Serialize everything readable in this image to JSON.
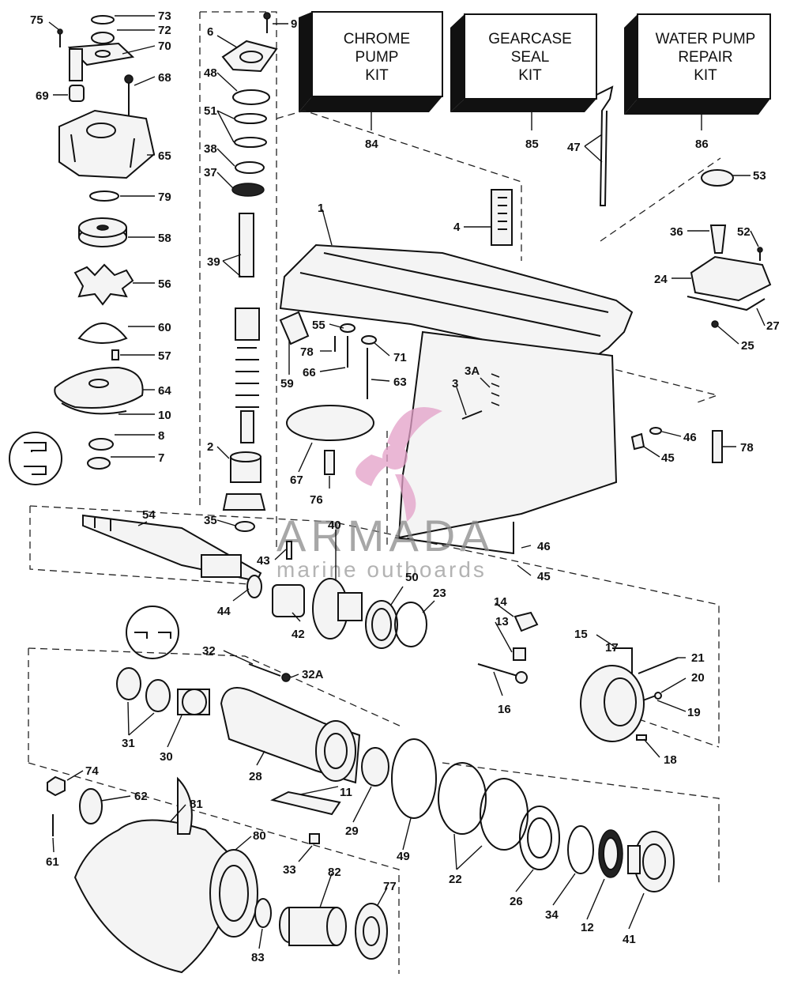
{
  "kits": [
    {
      "id": "84",
      "lines": [
        "CHROME",
        "PUMP",
        "KIT"
      ]
    },
    {
      "id": "85",
      "lines": [
        "GEARCASE",
        "SEAL",
        "KIT"
      ]
    },
    {
      "id": "86",
      "lines": [
        "WATER PUMP",
        "REPAIR",
        "KIT"
      ]
    }
  ],
  "watermark": {
    "brand": "ARMADA",
    "tagline": "marine outboards",
    "logo_color": "#e3a0c8"
  },
  "parts": [
    {
      "id": "p75",
      "label": "75"
    },
    {
      "id": "p73",
      "label": "73"
    },
    {
      "id": "p72",
      "label": "72"
    },
    {
      "id": "p70",
      "label": "70"
    },
    {
      "id": "p69",
      "label": "69"
    },
    {
      "id": "p68",
      "label": "68"
    },
    {
      "id": "p65",
      "label": "65"
    },
    {
      "id": "p79",
      "label": "79"
    },
    {
      "id": "p58",
      "label": "58"
    },
    {
      "id": "p56",
      "label": "56"
    },
    {
      "id": "p60",
      "label": "60"
    },
    {
      "id": "p57",
      "label": "57"
    },
    {
      "id": "p64",
      "label": "64"
    },
    {
      "id": "p10",
      "label": "10"
    },
    {
      "id": "p8",
      "label": "8"
    },
    {
      "id": "p7",
      "label": "7"
    },
    {
      "id": "p9",
      "label": "9"
    },
    {
      "id": "p6",
      "label": "6"
    },
    {
      "id": "p48",
      "label": "48"
    },
    {
      "id": "p51",
      "label": "51"
    },
    {
      "id": "p38",
      "label": "38"
    },
    {
      "id": "p37",
      "label": "37"
    },
    {
      "id": "p39",
      "label": "39"
    },
    {
      "id": "p2",
      "label": "2"
    },
    {
      "id": "p35",
      "label": "35"
    },
    {
      "id": "p1",
      "label": "1"
    },
    {
      "id": "p4",
      "label": "4"
    },
    {
      "id": "p47",
      "label": "47"
    },
    {
      "id": "p53",
      "label": "53"
    },
    {
      "id": "p36",
      "label": "36"
    },
    {
      "id": "p52",
      "label": "52"
    },
    {
      "id": "p24",
      "label": "24"
    },
    {
      "id": "p25",
      "label": "25"
    },
    {
      "id": "p27",
      "label": "27"
    },
    {
      "id": "p55",
      "label": "55"
    },
    {
      "id": "p78a",
      "label": "78"
    },
    {
      "id": "p71",
      "label": "71"
    },
    {
      "id": "p66",
      "label": "66"
    },
    {
      "id": "p63",
      "label": "63"
    },
    {
      "id": "p59",
      "label": "59"
    },
    {
      "id": "p3A",
      "label": "3A"
    },
    {
      "id": "p3",
      "label": "3"
    },
    {
      "id": "p46a",
      "label": "46"
    },
    {
      "id": "p45a",
      "label": "45"
    },
    {
      "id": "p78b",
      "label": "78"
    },
    {
      "id": "p67",
      "label": "67"
    },
    {
      "id": "p76",
      "label": "76"
    },
    {
      "id": "p54",
      "label": "54"
    },
    {
      "id": "p40",
      "label": "40"
    },
    {
      "id": "p43",
      "label": "43"
    },
    {
      "id": "p46b",
      "label": "46"
    },
    {
      "id": "p45b",
      "label": "45"
    },
    {
      "id": "p44",
      "label": "44"
    },
    {
      "id": "p42",
      "label": "42"
    },
    {
      "id": "p50",
      "label": "50"
    },
    {
      "id": "p23",
      "label": "23"
    },
    {
      "id": "p14",
      "label": "14"
    },
    {
      "id": "p13",
      "label": "13"
    },
    {
      "id": "p15",
      "label": "15"
    },
    {
      "id": "p17",
      "label": "17"
    },
    {
      "id": "p21",
      "label": "21"
    },
    {
      "id": "p20",
      "label": "20"
    },
    {
      "id": "p19",
      "label": "19"
    },
    {
      "id": "p18",
      "label": "18"
    },
    {
      "id": "p16",
      "label": "16"
    },
    {
      "id": "p32",
      "label": "32"
    },
    {
      "id": "p32A",
      "label": "32A"
    },
    {
      "id": "p31",
      "label": "31"
    },
    {
      "id": "p30",
      "label": "30"
    },
    {
      "id": "p28",
      "label": "28"
    },
    {
      "id": "p11",
      "label": "11"
    },
    {
      "id": "p29",
      "label": "29"
    },
    {
      "id": "p49",
      "label": "49"
    },
    {
      "id": "p22",
      "label": "22"
    },
    {
      "id": "p26",
      "label": "26"
    },
    {
      "id": "p34",
      "label": "34"
    },
    {
      "id": "p12",
      "label": "12"
    },
    {
      "id": "p41",
      "label": "41"
    },
    {
      "id": "p74",
      "label": "74"
    },
    {
      "id": "p62",
      "label": "62"
    },
    {
      "id": "p81",
      "label": "81"
    },
    {
      "id": "p80",
      "label": "80"
    },
    {
      "id": "p61",
      "label": "61"
    },
    {
      "id": "p33",
      "label": "33"
    },
    {
      "id": "p82",
      "label": "82"
    },
    {
      "id": "p77",
      "label": "77"
    },
    {
      "id": "p83",
      "label": "83"
    }
  ]
}
